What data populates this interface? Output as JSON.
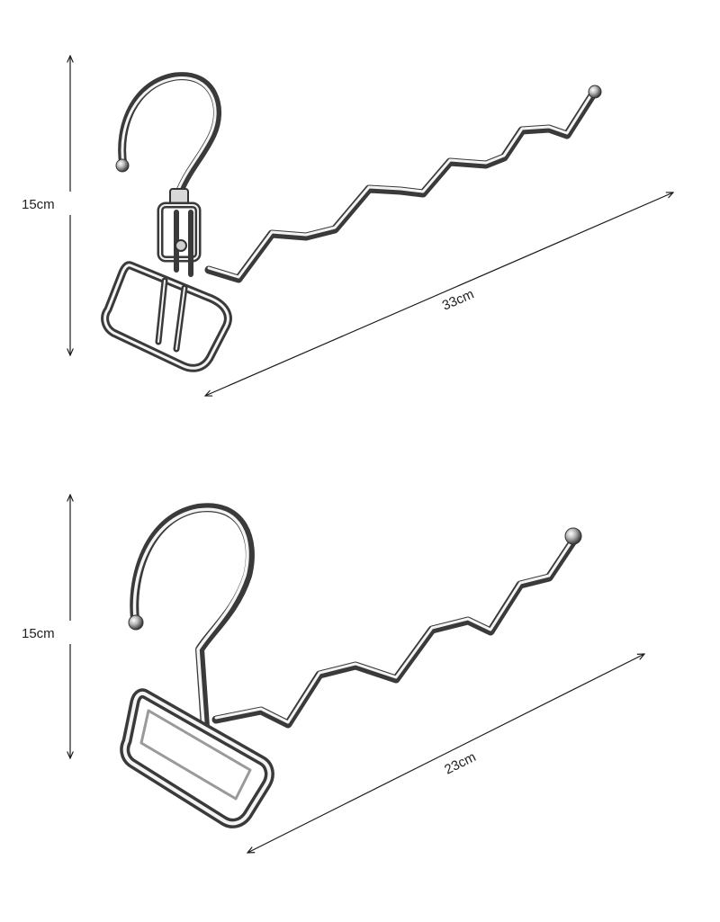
{
  "figure1": {
    "height_label": "15cm",
    "length_label": "33cm"
  },
  "figure2": {
    "height_label": "15cm",
    "length_label": "23cm"
  },
  "colors": {
    "chrome_dark": "#3a3a3a",
    "chrome_highlight": "#f4f4f4",
    "dimension_line": "#1a1a1a"
  }
}
